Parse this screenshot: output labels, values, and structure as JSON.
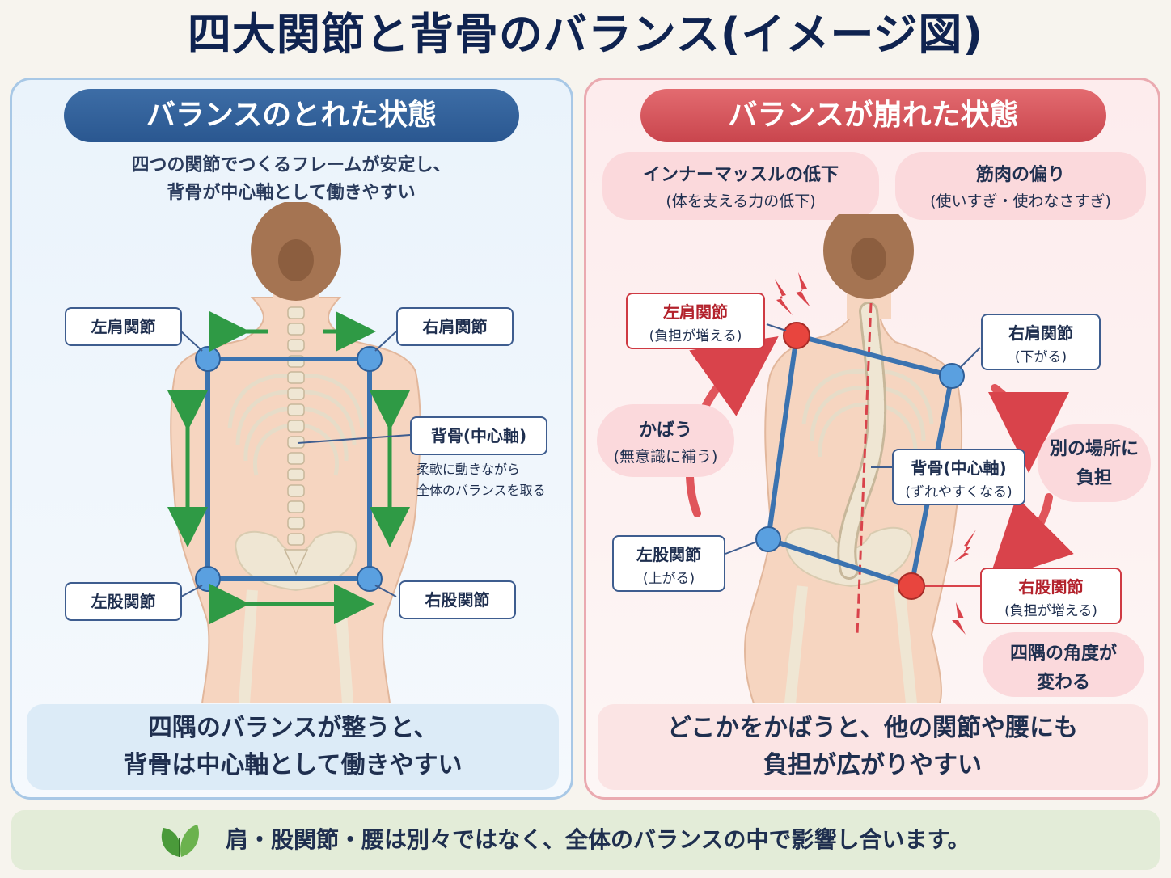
{
  "title": "四大関節と背骨のバランス(イメージ図)",
  "left": {
    "heading": "バランスのとれた状態",
    "sub1": "四つの関節でつくるフレームが安定し、",
    "sub2": "背骨が中心軸として働きやすい",
    "labels": {
      "left_shoulder": "左肩関節",
      "right_shoulder": "右肩関節",
      "spine": "背骨(中心軸)",
      "left_hip": "左股関節",
      "right_hip": "右股関節"
    },
    "spine_note1": "柔軟に動きながら",
    "spine_note2": "全体のバランスを取る",
    "bottom1": "四隅のバランスが整うと、",
    "bottom2": "背骨は中心軸として働きやすい"
  },
  "right": {
    "heading": "バランスが崩れた状態",
    "bubble_inner_1": "インナーマッスルの低下",
    "bubble_inner_2": "(体を支える力の低下)",
    "bubble_muscle_1": "筋肉の偏り",
    "bubble_muscle_2": "(使いすぎ・使わなさすぎ)",
    "left_shoulder_1": "左肩関節",
    "left_shoulder_2": "(負担が増える)",
    "right_shoulder_1": "右肩関節",
    "right_shoulder_2": "(下がる)",
    "kabau_1": "かばう",
    "kabau_2": "(無意識に補う)",
    "spine_1": "背骨(中心軸)",
    "spine_2": "(ずれやすくなる)",
    "other_place_1": "別の場所に",
    "other_place_2": "負担",
    "left_hip_1": "左股関節",
    "left_hip_2": "(上がる)",
    "right_hip_1": "右股関節",
    "right_hip_2": "(負担が増える)",
    "angle_1": "四隅の角度が",
    "angle_2": "変わる",
    "bottom1": "どこかをかばうと、他の関節や腰にも",
    "bottom2": "負担が広がりやすい"
  },
  "footer": "肩・股関節・腰は別々ではなく、全体のバランスの中で影響し合います。",
  "icons": {
    "footer": "leaf-icon",
    "lightning": "lightning-icon"
  },
  "colors": {
    "blue": "#2f5f98",
    "red": "#d9434b",
    "green": "#2f9a45",
    "frame": "#3b73b0"
  }
}
